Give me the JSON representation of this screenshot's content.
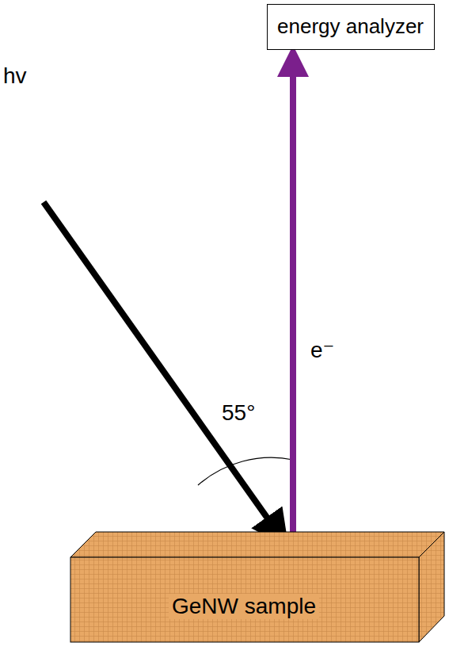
{
  "diagram": {
    "nodes": [
      {
        "text": [
          "energy analyzer"
        ]
      },
      {
        "text": [
          "GeNW sample"
        ]
      }
    ],
    "edges": [
      {
        "from": 1,
        "to": 0,
        "arrow": "to",
        "label": "e⁻"
      }
    ],
    "labels": [
      "hv",
      "55°"
    ]
  }
}
